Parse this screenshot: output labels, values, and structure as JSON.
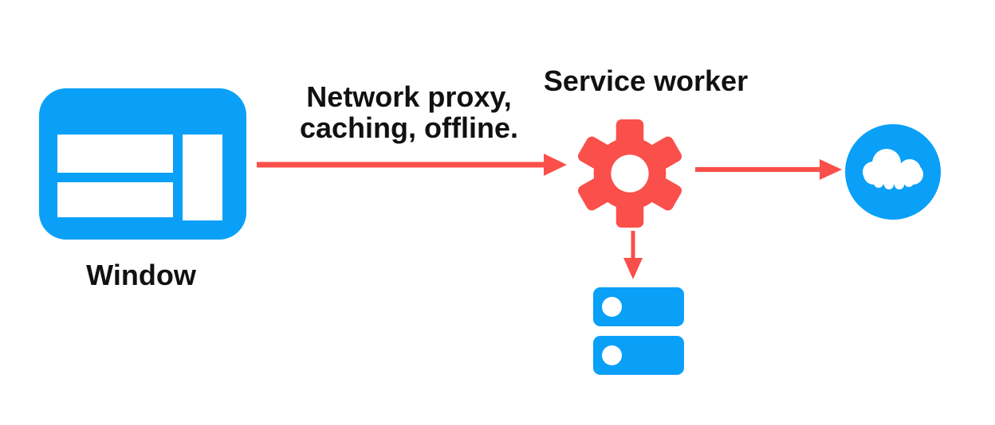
{
  "colors": {
    "blue": "#0AA0F7",
    "red": "#FA4F4A",
    "text": "#111111",
    "background": "#FFFFFF"
  },
  "diagram": {
    "window": {
      "label": "Window",
      "icon": "browser-window-icon"
    },
    "service_worker": {
      "label": "Service worker",
      "icon": "gear-icon"
    },
    "edge_window_to_service_worker": {
      "label": "Network proxy,\ncaching, offline."
    },
    "cloud": {
      "icon": "cloud-icon"
    },
    "storage": {
      "icon": "storage-stack-icon",
      "rows": 2
    }
  }
}
